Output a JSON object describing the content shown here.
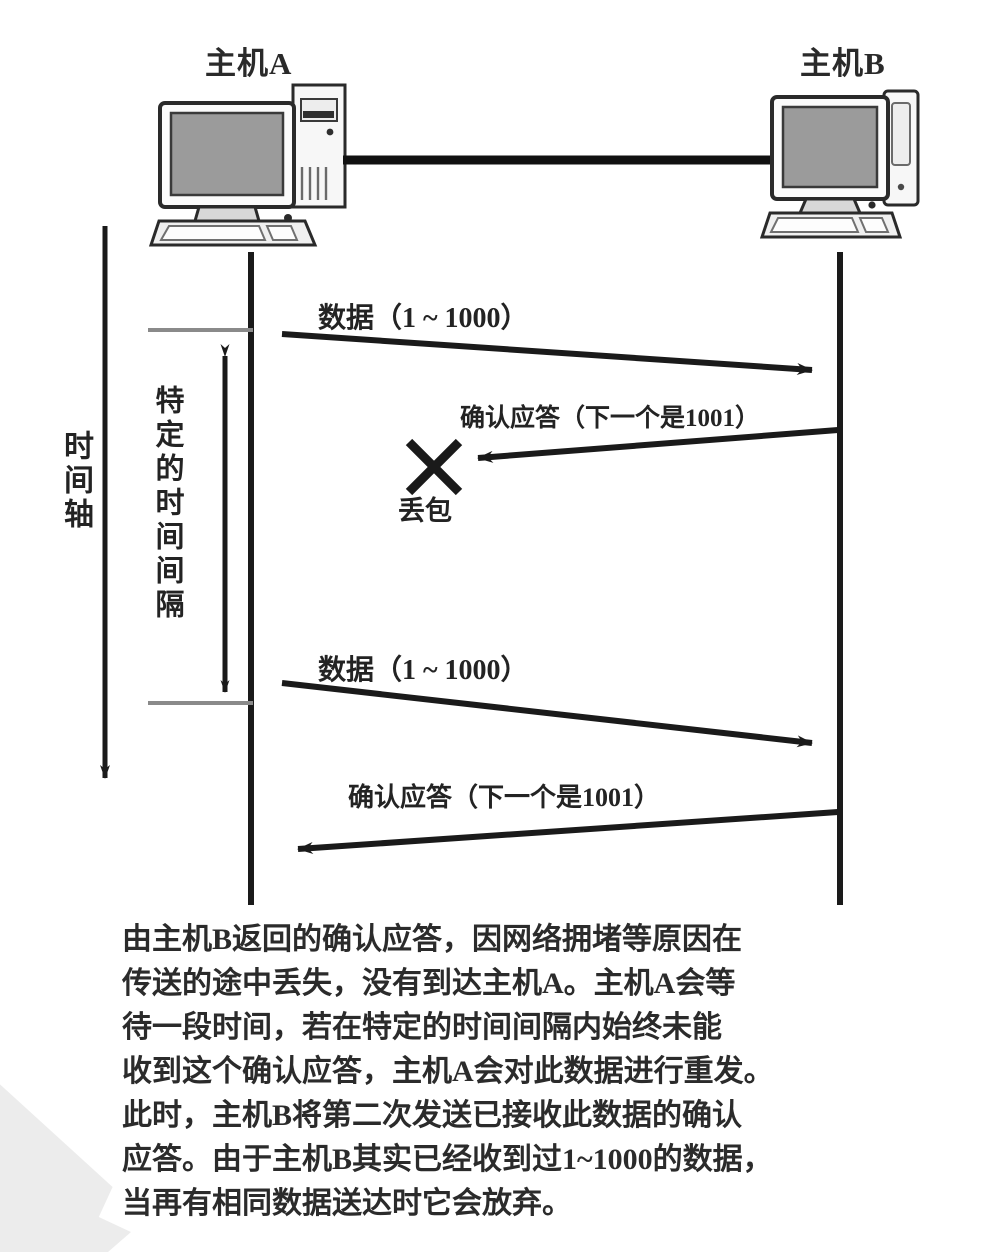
{
  "diagram": {
    "title_hosts": {
      "host_a": "主机A",
      "host_b": "主机B"
    },
    "timeline_axis_label": "时间轴",
    "interval_label": "特定的时间间隔",
    "loss": {
      "marker": "x-mark-icon",
      "label": "丢包"
    },
    "messages": [
      {
        "id": "data-1",
        "label": "数据（1 ~ 1000）",
        "direction": "a-to-b"
      },
      {
        "id": "ack-1",
        "label": "确认应答（下一个是1001）",
        "direction": "b-to-a"
      },
      {
        "id": "data-2",
        "label": "数据（1 ~ 1000）",
        "direction": "a-to-b"
      },
      {
        "id": "ack-2",
        "label": "确认应答（下一个是1001）",
        "direction": "b-to-a"
      }
    ]
  },
  "caption": {
    "lines": [
      "由主机B返回的确认应答，因网络拥堵等原因在",
      "传送的途中丢失，没有到达主机A。主机A会等",
      "待一段时间，若在特定的时间间隔内始终未能",
      "收到这个确认应答，主机A会对此数据进行重发。",
      "此时，主机B将第二次发送已接收此数据的确认",
      "应答。由于主机B其实已经收到过1~1000的数据，",
      "当再有相同数据送达时它会放弃。"
    ]
  },
  "colors": {
    "ink": "#232323",
    "line": "#1a1a1a",
    "tick": "#777777",
    "screen_fill": "#9b9b9b",
    "case_fill": "#f2f2f2"
  }
}
